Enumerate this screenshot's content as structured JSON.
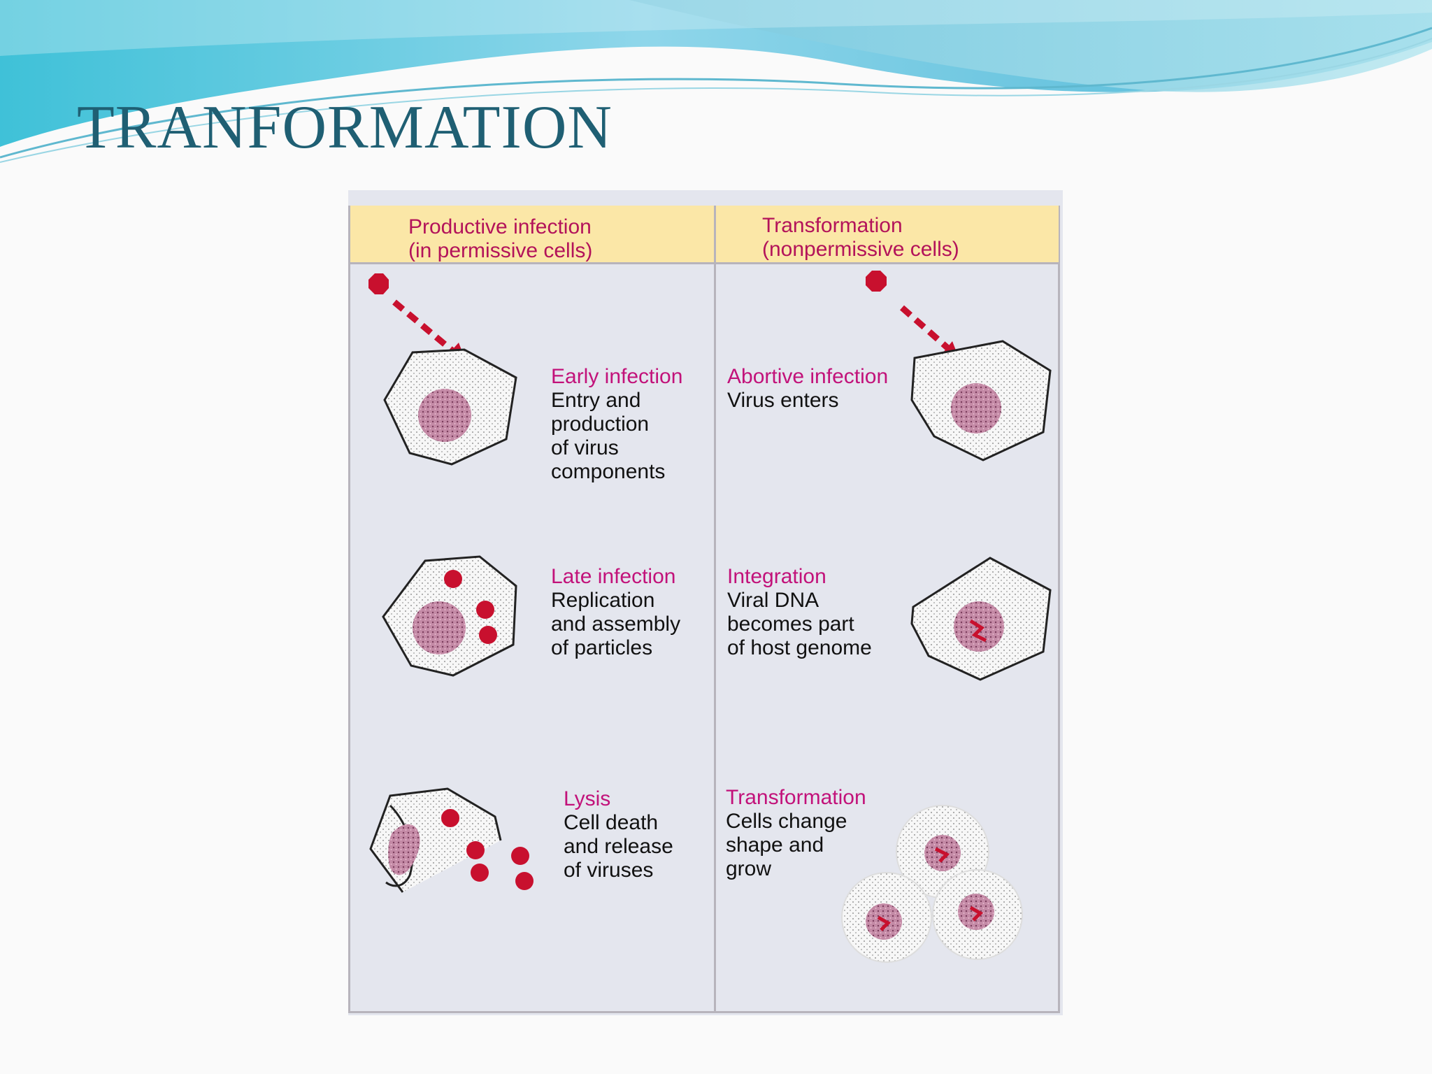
{
  "slide": {
    "title": "TRANFORMATION"
  },
  "diagram": {
    "columns": [
      {
        "line1": "Productive infection",
        "line2": "(in permissive cells)"
      },
      {
        "line1": "Transformation",
        "line2": "(nonpermissive cells)"
      }
    ],
    "productive_steps": [
      {
        "heading": "Early infection",
        "body": "Entry and\nproduction\nof virus\ncomponents"
      },
      {
        "heading": "Late infection",
        "body": "Replication\nand assembly\nof particles"
      },
      {
        "heading": "Lysis",
        "body": "Cell death\nand release\nof viruses"
      }
    ],
    "transformation_steps": [
      {
        "heading": "Abortive infection",
        "body": "Virus enters"
      },
      {
        "heading": "Integration",
        "body": "Viral DNA\nbecomes part\nof host genome"
      },
      {
        "heading": "Transformation",
        "body": "Cells change\nshape and\ngrow"
      }
    ],
    "colors": {
      "header_bg": "#fbe7a7",
      "header_text": "#b3135a",
      "heading_text": "#c2127a",
      "virus": "#c8102e",
      "nucleus": "#b07a96",
      "panel_bg": "#e4e6ee"
    }
  }
}
